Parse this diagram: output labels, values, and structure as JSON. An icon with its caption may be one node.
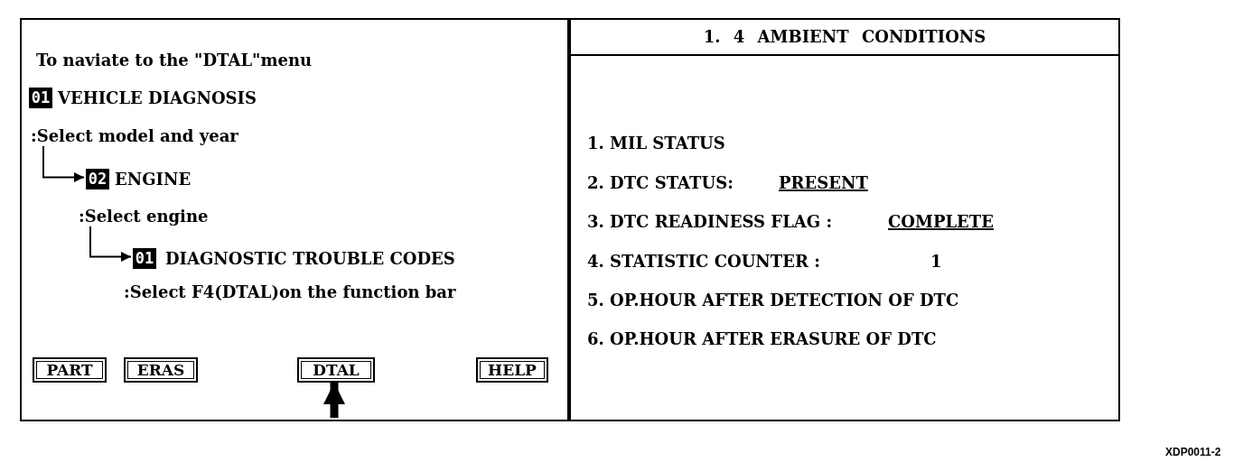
{
  "diagram": {
    "nodes": [
      {
        "text": [
          "To naviate to the \"DTAL\"menu"
        ]
      },
      {
        "text": [
          "01"
        ],
        "in": 0,
        "beside": [
          "VEHICLE DIAGNOSIS"
        ]
      },
      {
        "text": [
          ":Select model and year"
        ],
        "in": 0
      },
      {
        "text": [
          "02"
        ],
        "in": 0,
        "beside": [
          "ENGINE"
        ]
      },
      {
        "text": [
          ":Select engine"
        ],
        "in": 0
      },
      {
        "text": [
          "01"
        ],
        "in": 0,
        "beside": [
          "DIAGNOSTIC TROUBLE CODES"
        ]
      },
      {
        "text": [
          "PART"
        ],
        "in": 0
      },
      {
        "text": [
          "ERAS"
        ],
        "in": 0
      },
      {
        "text": [
          "DTAL"
        ],
        "in": 0
      },
      {
        "text": [
          "HELP"
        ],
        "in": 0
      },
      {
        "text": [
          "1. 4 AMBIENT CONDITIONS"
        ]
      }
    ],
    "edges": [
      {
        "from": 2,
        "to": 3,
        "arrow": "to"
      },
      {
        "from": 4,
        "to": 5,
        "arrow": "to"
      },
      {
        "from": null,
        "to": 8,
        "arrow": "to",
        "style": "thick"
      }
    ],
    "labels": [
      ":Select F4(DTAL)on the function bar",
      "1. MIL STATUS",
      "2. DTC STATUS:",
      "PRESENT",
      "3. DTC READINESS FLAG :",
      "COMPLETE",
      "4. STATISTIC COUNTER :",
      "1",
      "5. OP.HOUR AFTER DETECTION OF DTC",
      "6. OP.HOUR AFTER ERASURE OF DTC",
      "XDP0011-2"
    ]
  }
}
